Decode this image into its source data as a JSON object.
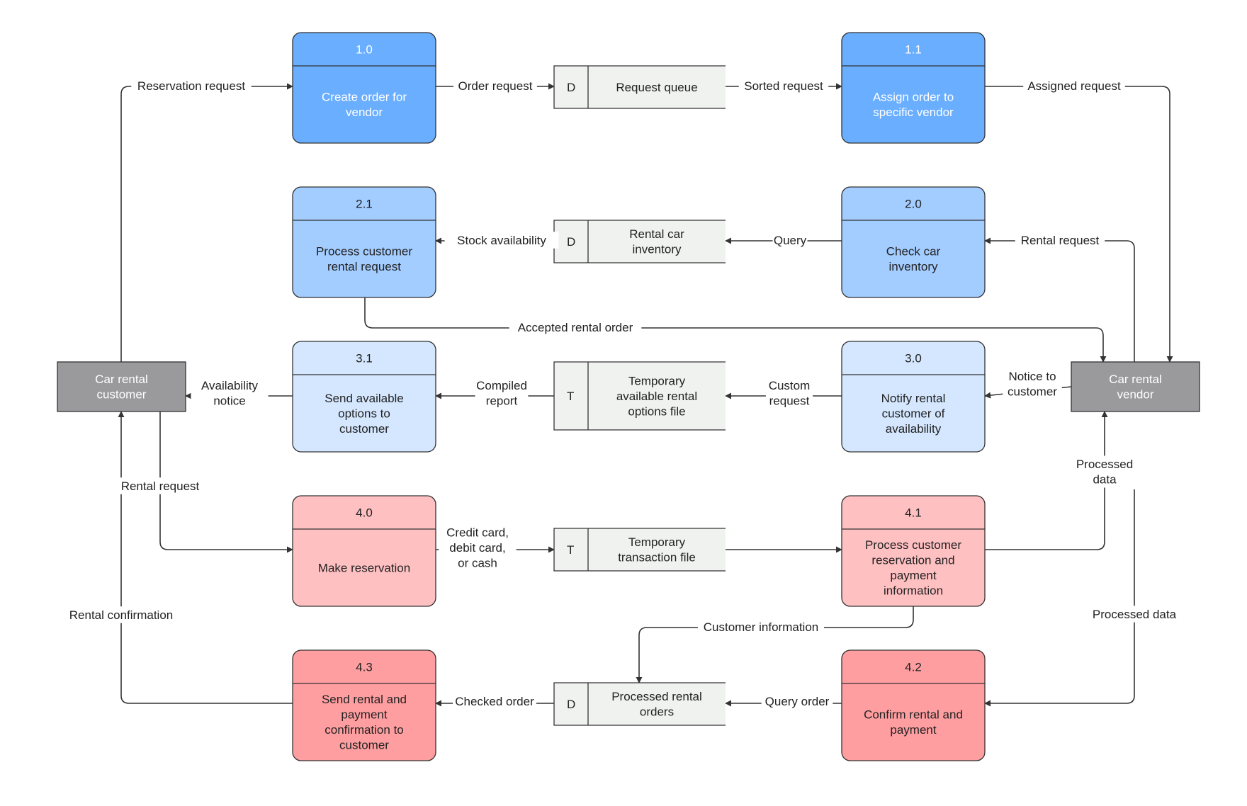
{
  "colors": {
    "dark_blue": "#6AAEFF",
    "mid_blue": "#A3CCFF",
    "light_blue": "#D4E7FF",
    "light_red": "#FFC0C2",
    "dark_red": "#FF9EA0",
    "entity": "#9A9A9C",
    "store": "#F0F2F0",
    "stroke": "#333333"
  },
  "processes": [
    {
      "id": "p10",
      "number": "1.0",
      "text": "Create order for vendor",
      "lines": [
        "Create order for",
        "vendor"
      ],
      "fill": "dark_blue",
      "text_color": "#ffffff"
    },
    {
      "id": "p11",
      "number": "1.1",
      "text": "Assign order to specific vendor",
      "lines": [
        "Assign order to",
        "specific vendor"
      ],
      "fill": "dark_blue",
      "text_color": "#ffffff"
    },
    {
      "id": "p21",
      "number": "2.1",
      "text": "Process customer rental request",
      "lines": [
        "Process customer",
        "rental request"
      ],
      "fill": "mid_blue",
      "text_color": "#222222"
    },
    {
      "id": "p20",
      "number": "2.0",
      "text": "Check car inventory",
      "lines": [
        "Check car",
        "inventory"
      ],
      "fill": "mid_blue",
      "text_color": "#222222"
    },
    {
      "id": "p31",
      "number": "3.1",
      "text": "Send available options to customer",
      "lines": [
        "Send available",
        "options to",
        "customer"
      ],
      "fill": "light_blue",
      "text_color": "#222222"
    },
    {
      "id": "p30",
      "number": "3.0",
      "text": "Notify rental customer of availability",
      "lines": [
        "Notify rental",
        "customer of",
        "availability"
      ],
      "fill": "light_blue",
      "text_color": "#222222"
    },
    {
      "id": "p40",
      "number": "4.0",
      "text": "Make reservation",
      "lines": [
        "Make reservation"
      ],
      "fill": "light_red",
      "text_color": "#222222"
    },
    {
      "id": "p41",
      "number": "4.1",
      "text": "Process customer reservation and payment information",
      "lines": [
        "Process customer",
        "reservation and",
        "payment",
        "information"
      ],
      "fill": "light_red",
      "text_color": "#222222"
    },
    {
      "id": "p43",
      "number": "4.3",
      "text": "Send rental and payment confirmation to customer",
      "lines": [
        "Send rental and",
        "payment",
        "confirmation to",
        "customer"
      ],
      "fill": "dark_red",
      "text_color": "#222222"
    },
    {
      "id": "p42",
      "number": "4.2",
      "text": "Confirm rental and payment",
      "lines": [
        "Confirm rental and",
        "payment"
      ],
      "fill": "dark_red",
      "text_color": "#222222"
    }
  ],
  "stores": [
    {
      "id": "s1",
      "code": "D",
      "text": "Request queue",
      "lines": [
        "Request queue"
      ]
    },
    {
      "id": "s2",
      "code": "D",
      "text": "Rental car inventory",
      "lines": [
        "Rental car",
        "inventory"
      ]
    },
    {
      "id": "s3",
      "code": "T",
      "text": "Temporary available rental options file",
      "lines": [
        "Temporary",
        "available rental",
        "options file"
      ]
    },
    {
      "id": "s4",
      "code": "T",
      "text": "Temporary transaction file",
      "lines": [
        "Temporary",
        "transaction file"
      ]
    },
    {
      "id": "s5",
      "code": "D",
      "text": "Processed rental orders",
      "lines": [
        "Processed rental",
        "orders"
      ]
    }
  ],
  "entities": [
    {
      "id": "e_customer",
      "text": "Car rental customer",
      "lines": [
        "Car rental",
        "customer"
      ]
    },
    {
      "id": "e_vendor",
      "text": "Car rental vendor",
      "lines": [
        "Car rental",
        "vendor"
      ]
    }
  ],
  "flows": [
    {
      "id": "f1",
      "label": "Reservation request",
      "lines": [
        "Reservation request"
      ]
    },
    {
      "id": "f2",
      "label": "Order request",
      "lines": [
        "Order request"
      ]
    },
    {
      "id": "f3",
      "label": "Sorted request",
      "lines": [
        "Sorted request"
      ]
    },
    {
      "id": "f4",
      "label": "Assigned request",
      "lines": [
        "Assigned request"
      ]
    },
    {
      "id": "f5",
      "label": "Stock availability",
      "lines": [
        "Stock availability"
      ]
    },
    {
      "id": "f6",
      "label": "Query",
      "lines": [
        "Query"
      ]
    },
    {
      "id": "f7",
      "label": "Rental request",
      "lines": [
        "Rental request"
      ]
    },
    {
      "id": "f8",
      "label": "Accepted rental order",
      "lines": [
        "Accepted rental order"
      ]
    },
    {
      "id": "f9",
      "label": "Availability notice",
      "lines": [
        "Availability",
        "notice"
      ]
    },
    {
      "id": "f10",
      "label": "Compiled report",
      "lines": [
        "Compiled",
        "report"
      ]
    },
    {
      "id": "f11",
      "label": "Custom request",
      "lines": [
        "Custom",
        "request"
      ]
    },
    {
      "id": "f12",
      "label": "Notice to customer",
      "lines": [
        "Notice to",
        "customer"
      ]
    },
    {
      "id": "f13",
      "label": "Rental request",
      "lines": [
        "Rental request"
      ]
    },
    {
      "id": "f14",
      "label": "Credit card, debit card, or cash",
      "lines": [
        "Credit card,",
        "debit card,",
        "or cash"
      ]
    },
    {
      "id": "f15",
      "label": "",
      "lines": []
    },
    {
      "id": "f16",
      "label": "Processed data",
      "lines": [
        "Processed",
        "data"
      ]
    },
    {
      "id": "f17",
      "label": "Rental confirmation",
      "lines": [
        "Rental confirmation"
      ]
    },
    {
      "id": "f18",
      "label": "Customer information",
      "lines": [
        "Customer information"
      ]
    },
    {
      "id": "f19",
      "label": "Processed data",
      "lines": [
        "Processed data"
      ]
    },
    {
      "id": "f20",
      "label": "Query order",
      "lines": [
        "Query order"
      ]
    },
    {
      "id": "f21",
      "label": "Checked order",
      "lines": [
        "Checked order"
      ]
    }
  ]
}
